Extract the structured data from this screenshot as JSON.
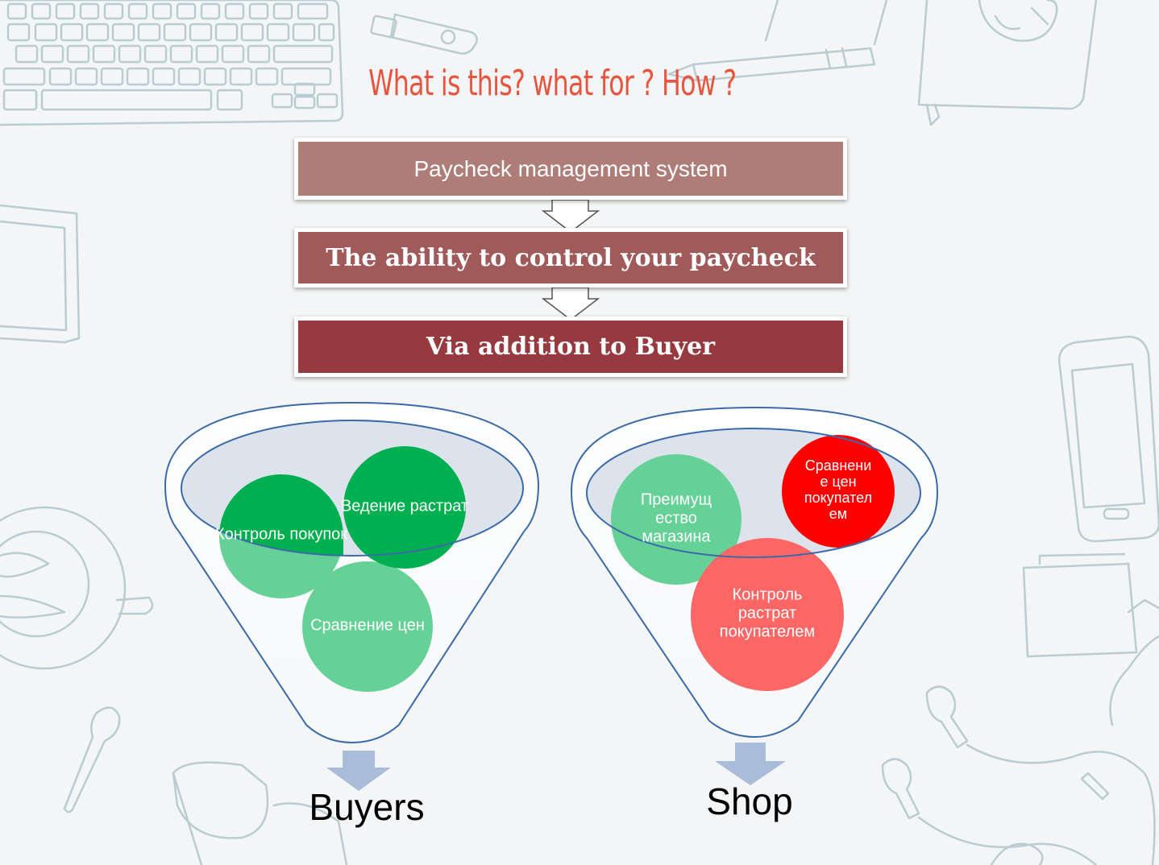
{
  "title": "What is this? what for ? How ?",
  "steps": [
    "Paycheck management system",
    "The ability to control your paycheck",
    "Via addition to Buyer"
  ],
  "funnels": [
    {
      "outcome": "Buyers",
      "circles": [
        "Контроль покупок",
        "Ведение растрат",
        "Сравнение цен"
      ]
    },
    {
      "outcome": "Shop",
      "circles": [
        "Преимущ ество магазина",
        "Сравнени е цен покупател ем",
        "Контроль растрат покупателем"
      ]
    }
  ],
  "colors": {
    "title": "#e8553f",
    "step1": "#af7d78",
    "step2": "#a05a5a",
    "step3": "#963a40",
    "green_dark": "#00b050",
    "green_light": "#66d197",
    "red_dark": "#ff0000",
    "red_light": "#ff6666",
    "funnel_outline": "#3a6aa8",
    "arrow": "#a9bcd9"
  }
}
